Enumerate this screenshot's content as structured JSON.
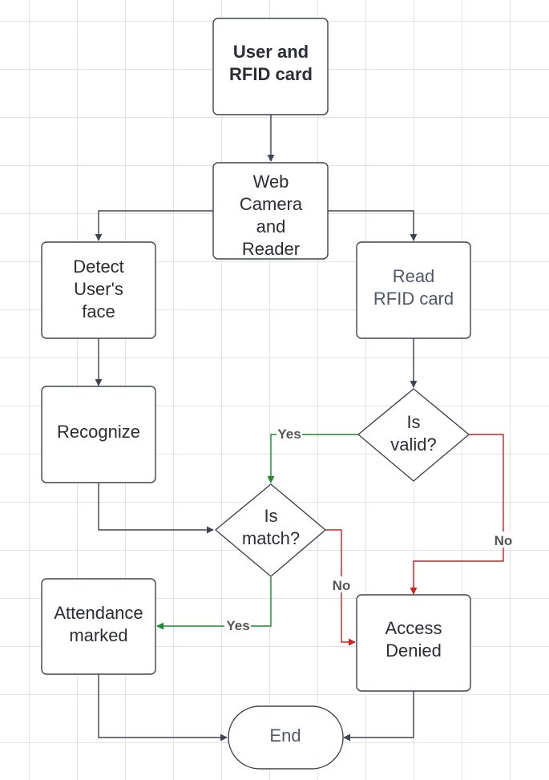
{
  "colors": {
    "stroke": "#3e4350",
    "text": "#2a2d33",
    "muted_text": "#505768",
    "yes": "#1e8a2e",
    "no": "#d02020",
    "label": "#555555"
  },
  "nodes": {
    "user_rfid": {
      "lines": [
        "User and",
        "RFID card"
      ]
    },
    "webcam_reader": {
      "lines": [
        "Web",
        "Camera",
        "and",
        "Reader"
      ]
    },
    "detect_face": {
      "lines": [
        "Detect",
        "User's",
        "face"
      ]
    },
    "read_rfid": {
      "lines": [
        "Read",
        "RFID card"
      ]
    },
    "recognize": {
      "lines": [
        "Recognize"
      ]
    },
    "is_valid": {
      "lines": [
        "Is",
        "valid?"
      ]
    },
    "is_match": {
      "lines": [
        "Is",
        "match?"
      ]
    },
    "attendance": {
      "lines": [
        "Attendance",
        "marked"
      ]
    },
    "access_denied": {
      "lines": [
        "Access",
        "Denied"
      ]
    },
    "end": {
      "lines": [
        "End"
      ]
    }
  },
  "edge_labels": {
    "valid_yes": "Yes",
    "valid_no": "No",
    "match_yes": "Yes",
    "match_no": "No"
  }
}
